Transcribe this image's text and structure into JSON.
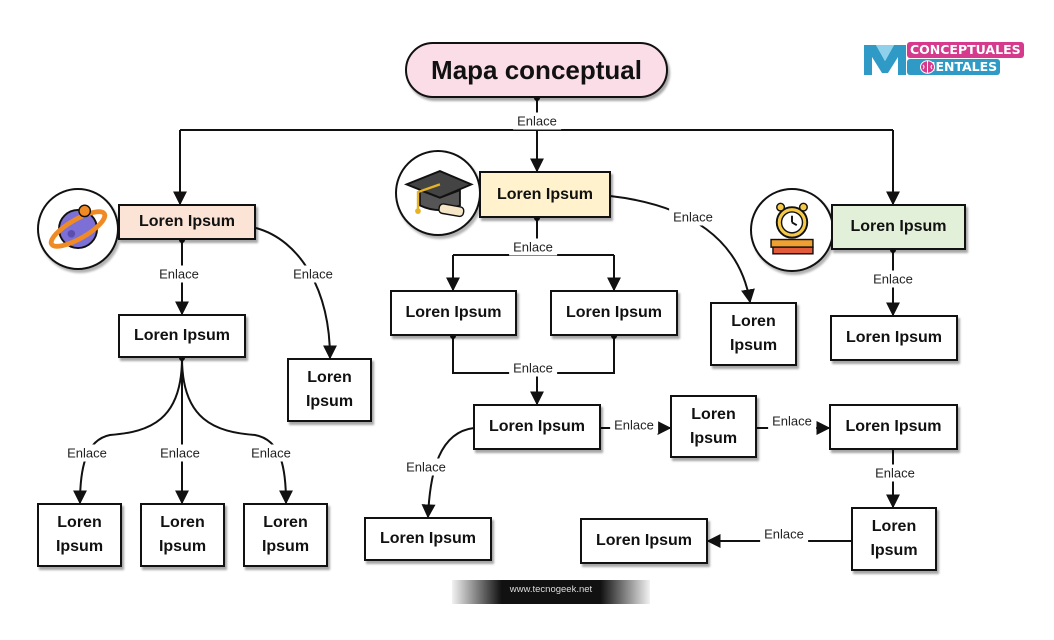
{
  "title": "Mapa conceptual",
  "logo": {
    "line1": "CONCEPTUALES",
    "line2": "MENTALES"
  },
  "footer": "www.tecnogeek.net",
  "colors": {
    "title_fill": "#fbdde8",
    "left_fill": "#fbe4d5",
    "center_fill": "#fff2cc",
    "right_fill": "#e2efd9"
  },
  "node_text": "Loren Ipsum",
  "link_text": "Enlace"
}
